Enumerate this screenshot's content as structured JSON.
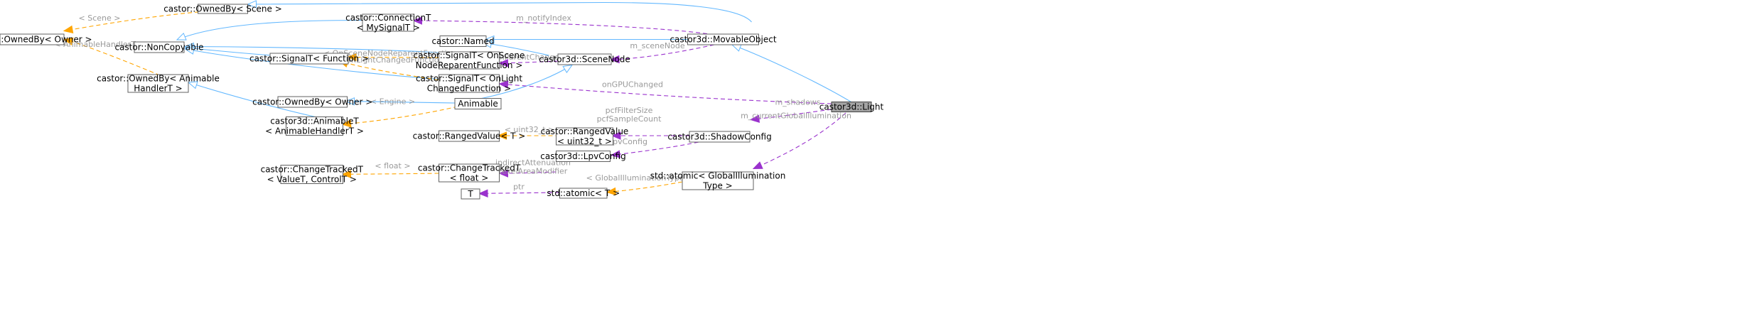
{
  "colors": {
    "inheritance": "#63b8ff",
    "usage": "#9a32cd",
    "template": "#ffa500",
    "highlight": "#a3a3a3"
  },
  "nodes": {
    "owned_scene": [
      "castor::OwnedBy< Scene >"
    ],
    "owned_owner_top": [
      "castor::OwnedBy< Owner >"
    ],
    "noncopyable": [
      "castor::NonCopyable"
    ],
    "connection": [
      "castor::ConnectionT",
      "< MySignalT >"
    ],
    "named": [
      "castor::Named"
    ],
    "movable": [
      "castor3d::MovableObject"
    ],
    "signal_function": [
      "castor::SignalT< Function >"
    ],
    "signal_scenenode": [
      "castor::SignalT< OnScene",
      "NodeReparentFunction >"
    ],
    "scenenode": [
      "castor3d::SceneNode"
    ],
    "owned_animable": [
      "castor::OwnedBy< Animable",
      "HandlerT >"
    ],
    "signal_light": [
      "castor::SignalT< OnLight",
      "ChangedFunction >"
    ],
    "owned_owner_mid": [
      "castor::OwnedBy< Owner >"
    ],
    "animable": [
      "Animable"
    ],
    "light": [
      "castor3d::Light"
    ],
    "animablet": [
      "castor3d::AnimableT",
      "< AnimableHandlerT >"
    ],
    "ranged_t": [
      "castor::RangedValue< T >"
    ],
    "ranged_uint": [
      "castor::RangedValue",
      "< uint32_t >"
    ],
    "shadowconfig": [
      "castor3d::ShadowConfig"
    ],
    "changetracked_t": [
      "castor::ChangeTrackedT",
      "< ValueT, ControlT >"
    ],
    "changetracked_float": [
      "castor::ChangeTrackedT",
      "< float >"
    ],
    "lpvconfig": [
      "castor3d::LpvConfig"
    ],
    "atomic_gi": [
      "std::atomic< GlobalIllumination",
      "Type >"
    ],
    "t": [
      "T"
    ],
    "atomic_t": [
      "std::atomic< T >"
    ]
  },
  "edge_labels": {
    "scene": [
      "< Scene >"
    ],
    "animable_handler": [
      "< AnimableHandlerT >"
    ],
    "notify_index": [
      "m_notifyIndex"
    ],
    "scene_node": [
      "m_sceneNode"
    ],
    "on_scene_node_reparent": [
      "< OnSceneNodeReparentFunction >"
    ],
    "on_light_changed": [
      "< OnLightChangedFunction >"
    ],
    "on_parent_changed": [
      "onParentChanged"
    ],
    "on_gpu_changed": [
      "onGPUChanged"
    ],
    "engine": [
      "< Engine >"
    ],
    "shadows": [
      "m_shadows"
    ],
    "uint32": [
      "< uint32_t >"
    ],
    "pcf": [
      "pcfFilterSize",
      "pcfSampleCount"
    ],
    "lpv_config": [
      "lpvConfig"
    ],
    "current_gi": [
      "m_currentGlobalIllumination"
    ],
    "float": [
      "< float >"
    ],
    "attenuation": [
      "indirectAttenuation",
      "texelAreaModifier"
    ],
    "gi_type": [
      "< GlobalIlluminationType >"
    ],
    "ptr": [
      "ptr"
    ]
  }
}
